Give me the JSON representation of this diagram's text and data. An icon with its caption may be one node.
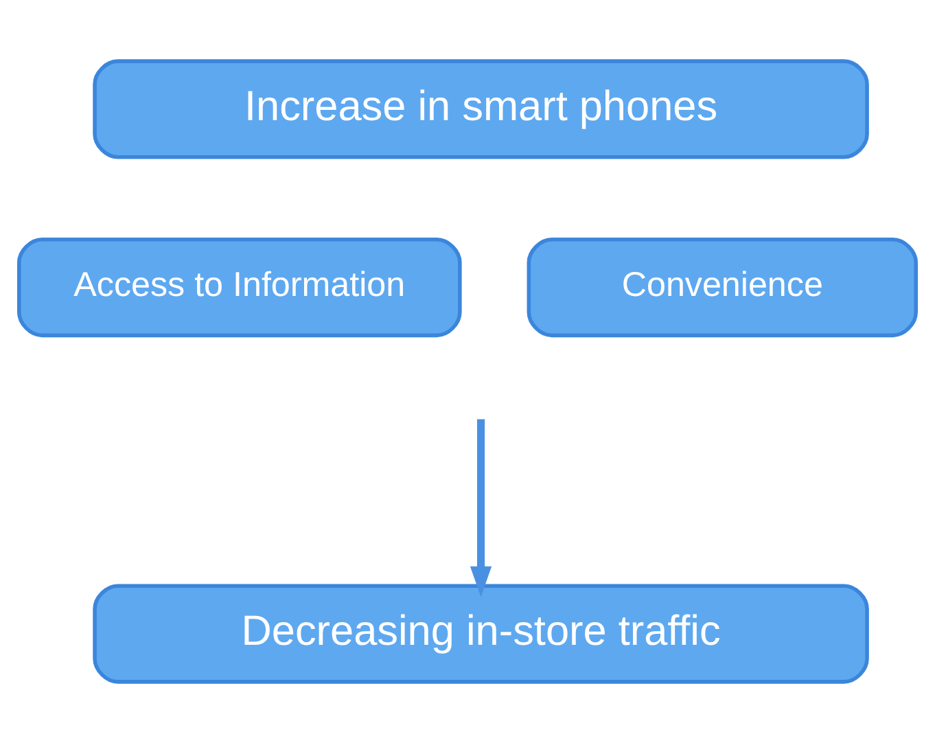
{
  "diagram": {
    "nodes": [
      {
        "text": [
          "Increase in smart phones"
        ]
      },
      {
        "text": [
          "Access to Information"
        ]
      },
      {
        "text": [
          "Convenience"
        ]
      },
      {
        "text": [
          "Decreasing in-store traffic"
        ]
      }
    ],
    "edges": [
      {
        "from": null,
        "to": 3,
        "arrow": "to"
      }
    ]
  }
}
